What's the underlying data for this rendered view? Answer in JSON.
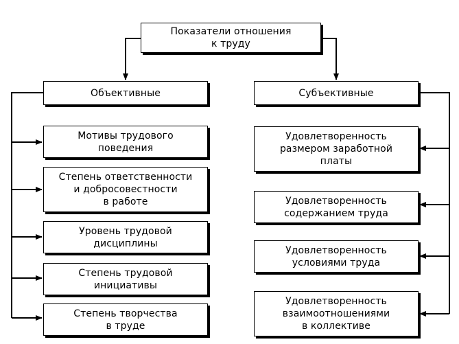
{
  "root": {
    "label": "Показатели отношения\nк труду"
  },
  "objective": {
    "label": "Объективные",
    "items": [
      {
        "label": "Мотивы трудового\nповедения"
      },
      {
        "label": "Степень ответственности\nи добросовестности\nв работе"
      },
      {
        "label": "Уровень трудовой\nдисциплины"
      },
      {
        "label": "Степень трудовой\nинициативы"
      },
      {
        "label": "Степень творчества\nв труде"
      }
    ]
  },
  "subjective": {
    "label": "Субъективные",
    "items": [
      {
        "label": "Удовлетворенность\nразмером заработной\nплаты"
      },
      {
        "label": "Удовлетворенность\nсодержанием труда"
      },
      {
        "label": "Удовлетворенность\nусловиями труда"
      },
      {
        "label": "Удовлетворенность\nвзаимоотношениями\nв коллективе"
      }
    ]
  },
  "colors": {
    "line": "#000000",
    "box_fill": "#ffffff"
  }
}
